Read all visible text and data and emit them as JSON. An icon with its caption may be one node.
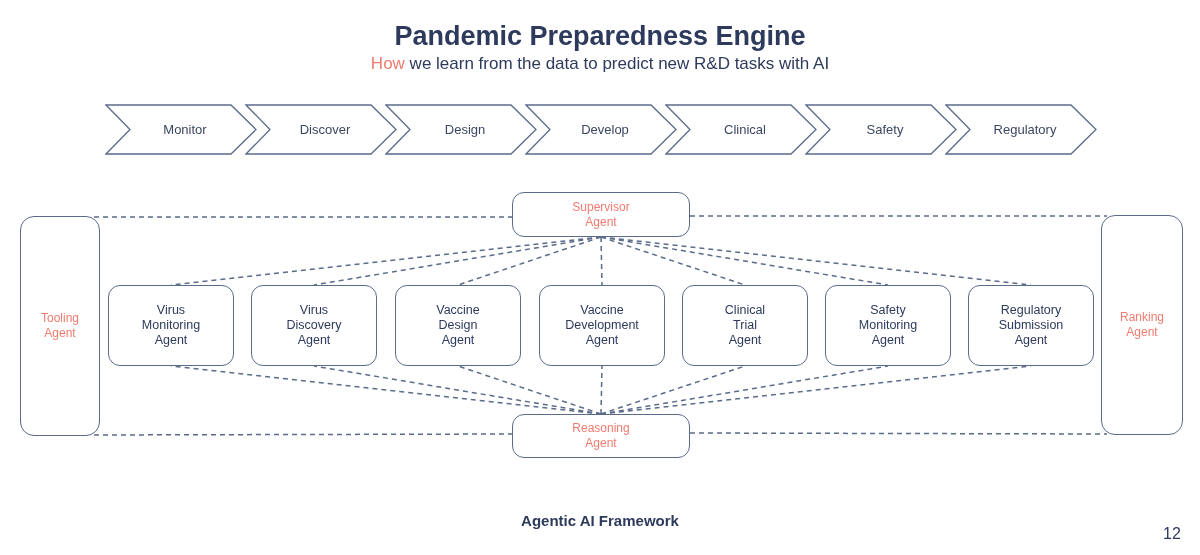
{
  "diagram": {
    "title": "Pandemic Preparedness Engine",
    "caption": "Agentic AI Framework",
    "nodes": [
      {
        "text": [
          "Monitor"
        ]
      },
      {
        "text": [
          "Discover"
        ]
      },
      {
        "text": [
          "Design"
        ]
      },
      {
        "text": [
          "Develop"
        ]
      },
      {
        "text": [
          "Clinical"
        ]
      },
      {
        "text": [
          "Safety"
        ]
      },
      {
        "text": [
          "Regulatory"
        ]
      },
      {
        "text": [
          "Supervisor Agent"
        ]
      },
      {
        "text": [
          "Tooling Agent"
        ]
      },
      {
        "text": [
          "Virus Monitoring Agent"
        ]
      },
      {
        "text": [
          "Virus Discovery Agent"
        ]
      },
      {
        "text": [
          "Vaccine Design Agent"
        ]
      },
      {
        "text": [
          "Vaccine Development Agent"
        ]
      },
      {
        "text": [
          "Clinical Trial Agent"
        ]
      },
      {
        "text": [
          "Safety Monitoring Agent"
        ]
      },
      {
        "text": [
          "Regulatory Submission Agent"
        ]
      },
      {
        "text": [
          "Ranking Agent"
        ]
      },
      {
        "text": [
          "Reasoning Agent"
        ]
      }
    ],
    "edges": [
      {
        "from": 8,
        "to": 7,
        "arrow": "none",
        "style": "dashed"
      },
      {
        "from": 7,
        "to": 16,
        "arrow": "none",
        "style": "dashed"
      },
      {
        "from": 7,
        "to": 9,
        "arrow": "none",
        "style": "dashed"
      },
      {
        "from": 7,
        "to": 10,
        "arrow": "none",
        "style": "dashed"
      },
      {
        "from": 7,
        "to": 11,
        "arrow": "none",
        "style": "dashed"
      },
      {
        "from": 7,
        "to": 12,
        "arrow": "none",
        "style": "dashed"
      },
      {
        "from": 7,
        "to": 13,
        "arrow": "none",
        "style": "dashed"
      },
      {
        "from": 7,
        "to": 14,
        "arrow": "none",
        "style": "dashed"
      },
      {
        "from": 7,
        "to": 15,
        "arrow": "none",
        "style": "dashed"
      },
      {
        "from": 17,
        "to": 9,
        "arrow": "none",
        "style": "dashed"
      },
      {
        "from": 17,
        "to": 10,
        "arrow": "none",
        "style": "dashed"
      },
      {
        "from": 17,
        "to": 11,
        "arrow": "none",
        "style": "dashed"
      },
      {
        "from": 17,
        "to": 12,
        "arrow": "none",
        "style": "dashed"
      },
      {
        "from": 17,
        "to": 13,
        "arrow": "none",
        "style": "dashed"
      },
      {
        "from": 17,
        "to": 14,
        "arrow": "none",
        "style": "dashed"
      },
      {
        "from": 17,
        "to": 15,
        "arrow": "none",
        "style": "dashed"
      },
      {
        "from": 8,
        "to": 17,
        "arrow": "none",
        "style": "dashed"
      },
      {
        "from": 17,
        "to": 16,
        "arrow": "none",
        "style": "dashed"
      }
    ],
    "labels": [
      "How",
      "we learn from the data to predict new R&D tasks with AI",
      "12"
    ]
  }
}
